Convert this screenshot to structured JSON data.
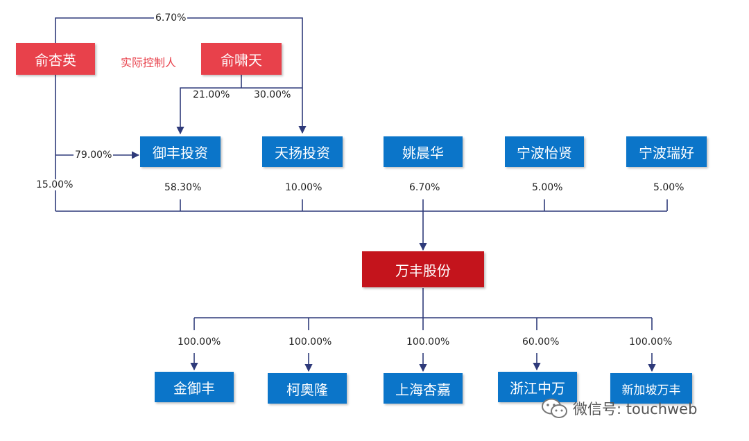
{
  "colors": {
    "person": "#e8414b",
    "company": "#c4141c",
    "entity": "#0b75c9",
    "line": "#2e3a7a"
  },
  "top": {
    "yu_xingying": "俞杏英",
    "controller_label": "实际控制人",
    "yu_xiaotian": "俞啸天"
  },
  "holders": {
    "yufeng": "御丰投资",
    "tianyang": "天扬投资",
    "yao": "姚晨华",
    "ningbo_yixian": "宁波怡贤",
    "ningbo_ruihao": "宁波瑞好"
  },
  "stakes": {
    "yu_to_tianyang": "6.70%",
    "xiaotian_to_yufeng": "21.00%",
    "xiaotian_to_tianyang": "30.00%",
    "xingying_to_yufeng": "79.00%",
    "xingying_to_wanfeng": "15.00%",
    "yufeng_to_wanfeng": "58.30%",
    "tianyang_to_wanfeng": "10.00%",
    "yao_to_wanfeng": "6.70%",
    "yixian_to_wanfeng": "5.00%",
    "ruihao_to_wanfeng": "5.00%"
  },
  "company": "万丰股份",
  "subsidiaries": [
    {
      "name": "金御丰",
      "pct": "100.00%"
    },
    {
      "name": "柯奥隆",
      "pct": "100.00%"
    },
    {
      "name": "上海杏嘉",
      "pct": "100.00%"
    },
    {
      "name": "浙江中万",
      "pct": "60.00%"
    },
    {
      "name": "新加坡万丰",
      "pct": "100.00%"
    }
  ],
  "watermark": {
    "icon": "wechat-icon",
    "text": "微信号: touchweb"
  }
}
